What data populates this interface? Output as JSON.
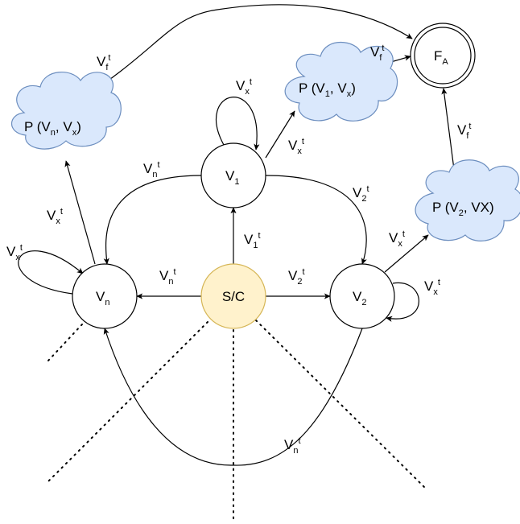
{
  "nodes": {
    "sc": {
      "label": "S/C",
      "fill": "#fff2cc",
      "stroke": "#d6b656"
    },
    "v1": {
      "base": "V",
      "sub": "1"
    },
    "v2": {
      "base": "V",
      "sub": "2"
    },
    "vn": {
      "base": "V",
      "sub": "n"
    },
    "fa": {
      "base": "F",
      "sub": "A"
    }
  },
  "clouds": {
    "fill": "#dae8fc",
    "stroke": "#6c8ebf",
    "p1": {
      "prefix": "P (V",
      "s1": "1",
      "mid": ", V",
      "s2": "x",
      "suffix": ")"
    },
    "pn": {
      "prefix": "P (V",
      "s1": "n",
      "mid": ", V",
      "s2": "x",
      "suffix": ")"
    },
    "p2": {
      "prefix": "P (V",
      "s1": "2",
      "mid": ", VX",
      "suffix": ")"
    }
  },
  "edge_labels": {
    "v1": {
      "base": "V",
      "sub": "1",
      "sup": "t"
    },
    "v2": {
      "base": "V",
      "sub": "2",
      "sup": "t"
    },
    "vn": {
      "base": "V",
      "sub": "n",
      "sup": "t"
    },
    "vx": {
      "base": "V",
      "sub": "x",
      "sup": "t"
    },
    "vf": {
      "base": "V",
      "sub": "f",
      "sup": "t"
    }
  }
}
